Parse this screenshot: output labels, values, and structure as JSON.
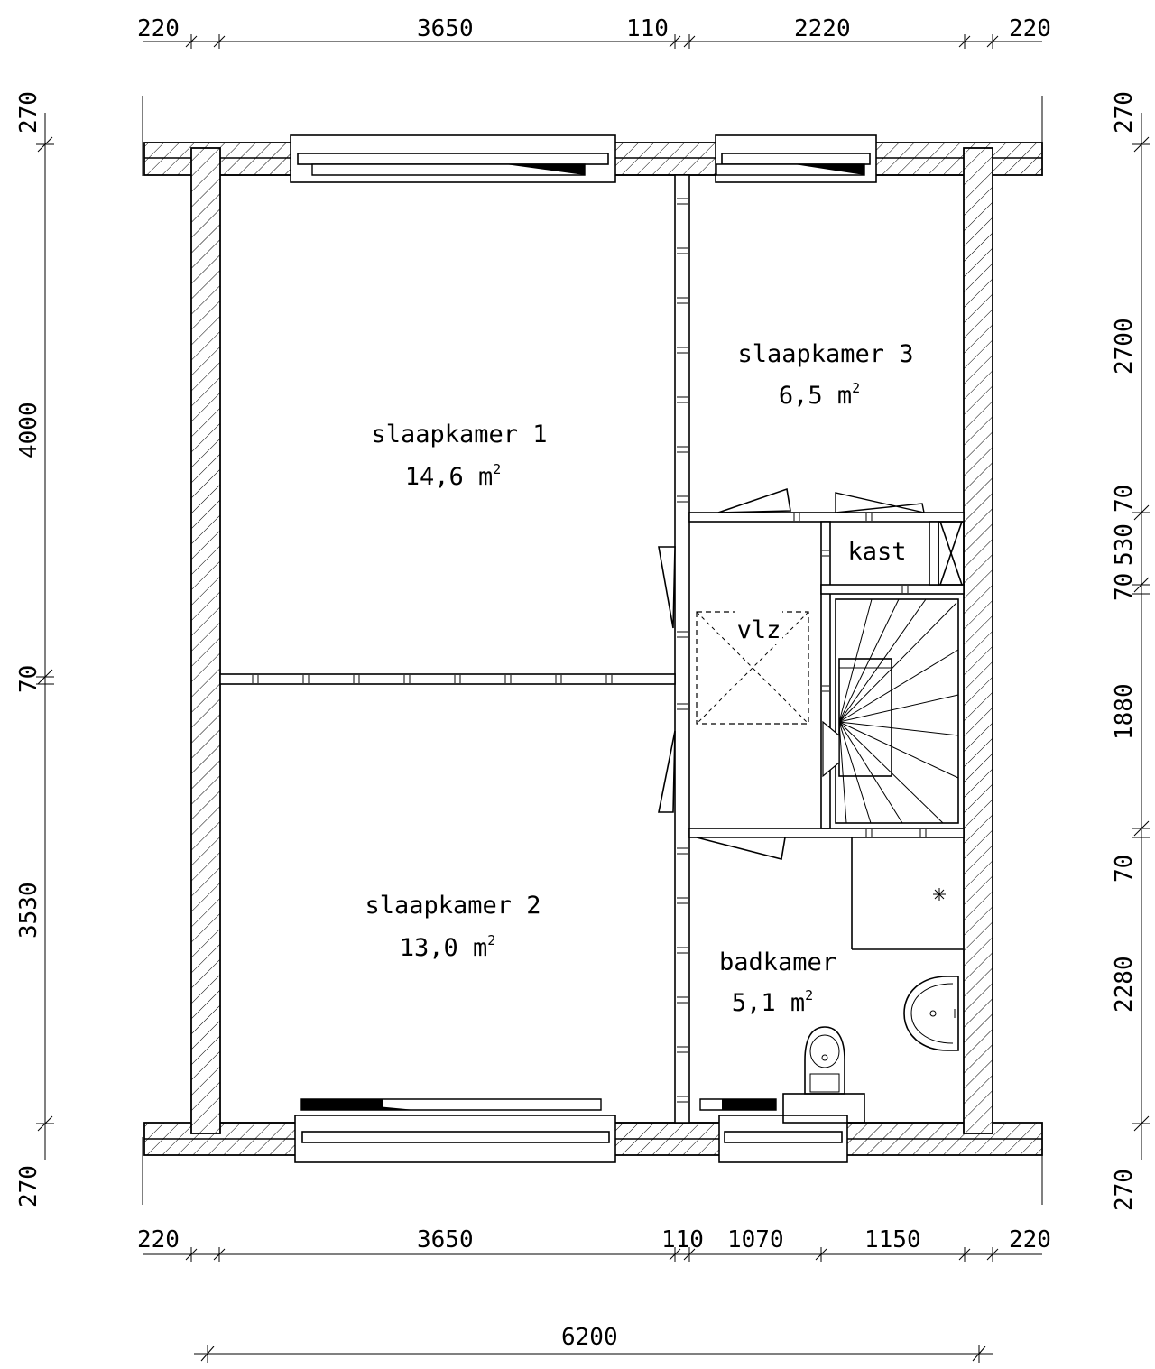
{
  "dimensions": {
    "top": [
      "220",
      "3650",
      "110",
      "2220",
      "220"
    ],
    "bottom": [
      "220",
      "3650",
      "110",
      "1070",
      "1150",
      "220"
    ],
    "total_width": "6200",
    "left": [
      "270",
      "4000",
      "70",
      "3530",
      "270"
    ],
    "right": [
      "270",
      "2700",
      "70",
      "530",
      "70",
      "1880",
      "70",
      "2280",
      "270"
    ]
  },
  "rooms": {
    "slaapkamer_1": {
      "name": "slaapkamer 1",
      "area": "14,6 m",
      "sup": "2"
    },
    "slaapkamer_2": {
      "name": "slaapkamer 2",
      "area": "13,0 m",
      "sup": "2"
    },
    "slaapkamer_3": {
      "name": "slaapkamer 3",
      "area": "6,5 m",
      "sup": "2"
    },
    "badkamer": {
      "name": "badkamer",
      "area": "5,1 m",
      "sup": "2"
    },
    "kast": {
      "name": "kast"
    },
    "vlz": {
      "name": "vlz"
    }
  }
}
